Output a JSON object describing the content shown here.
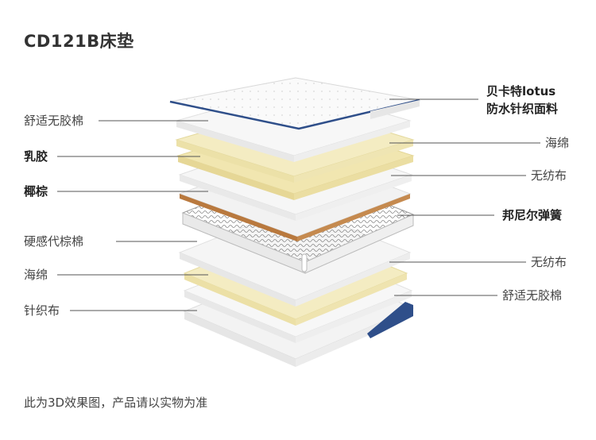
{
  "title": "CD121B床垫",
  "caption": "此为3D效果图，产品请以实物为准",
  "labels_left": [
    {
      "text": "舒适无胶棉",
      "bold": false
    },
    {
      "text": "乳胶",
      "bold": true
    },
    {
      "text": "椰棕",
      "bold": true
    },
    {
      "text": "硬感代棕棉",
      "bold": false
    },
    {
      "text": "海绵",
      "bold": false
    },
    {
      "text": "针织布",
      "bold": false
    }
  ],
  "labels_right": [
    {
      "text": "贝卡特lotus",
      "bold": true
    },
    {
      "text": "防水针织面料",
      "bold": true
    },
    {
      "text": "海绵",
      "bold": false
    },
    {
      "text": "无纺布",
      "bold": false
    },
    {
      "text": "邦尼尔弹簧",
      "bold": true
    },
    {
      "text": "无纺布",
      "bold": false
    },
    {
      "text": "舒适无胶棉",
      "bold": false
    }
  ],
  "colors": {
    "latex": "#f1e6b0",
    "coconut": "#b9793e",
    "foam": "#f4ecc2",
    "fabric_edge": "#2f4f8a",
    "layer_white": "#f4f4f4",
    "leader_line": "#555555"
  }
}
